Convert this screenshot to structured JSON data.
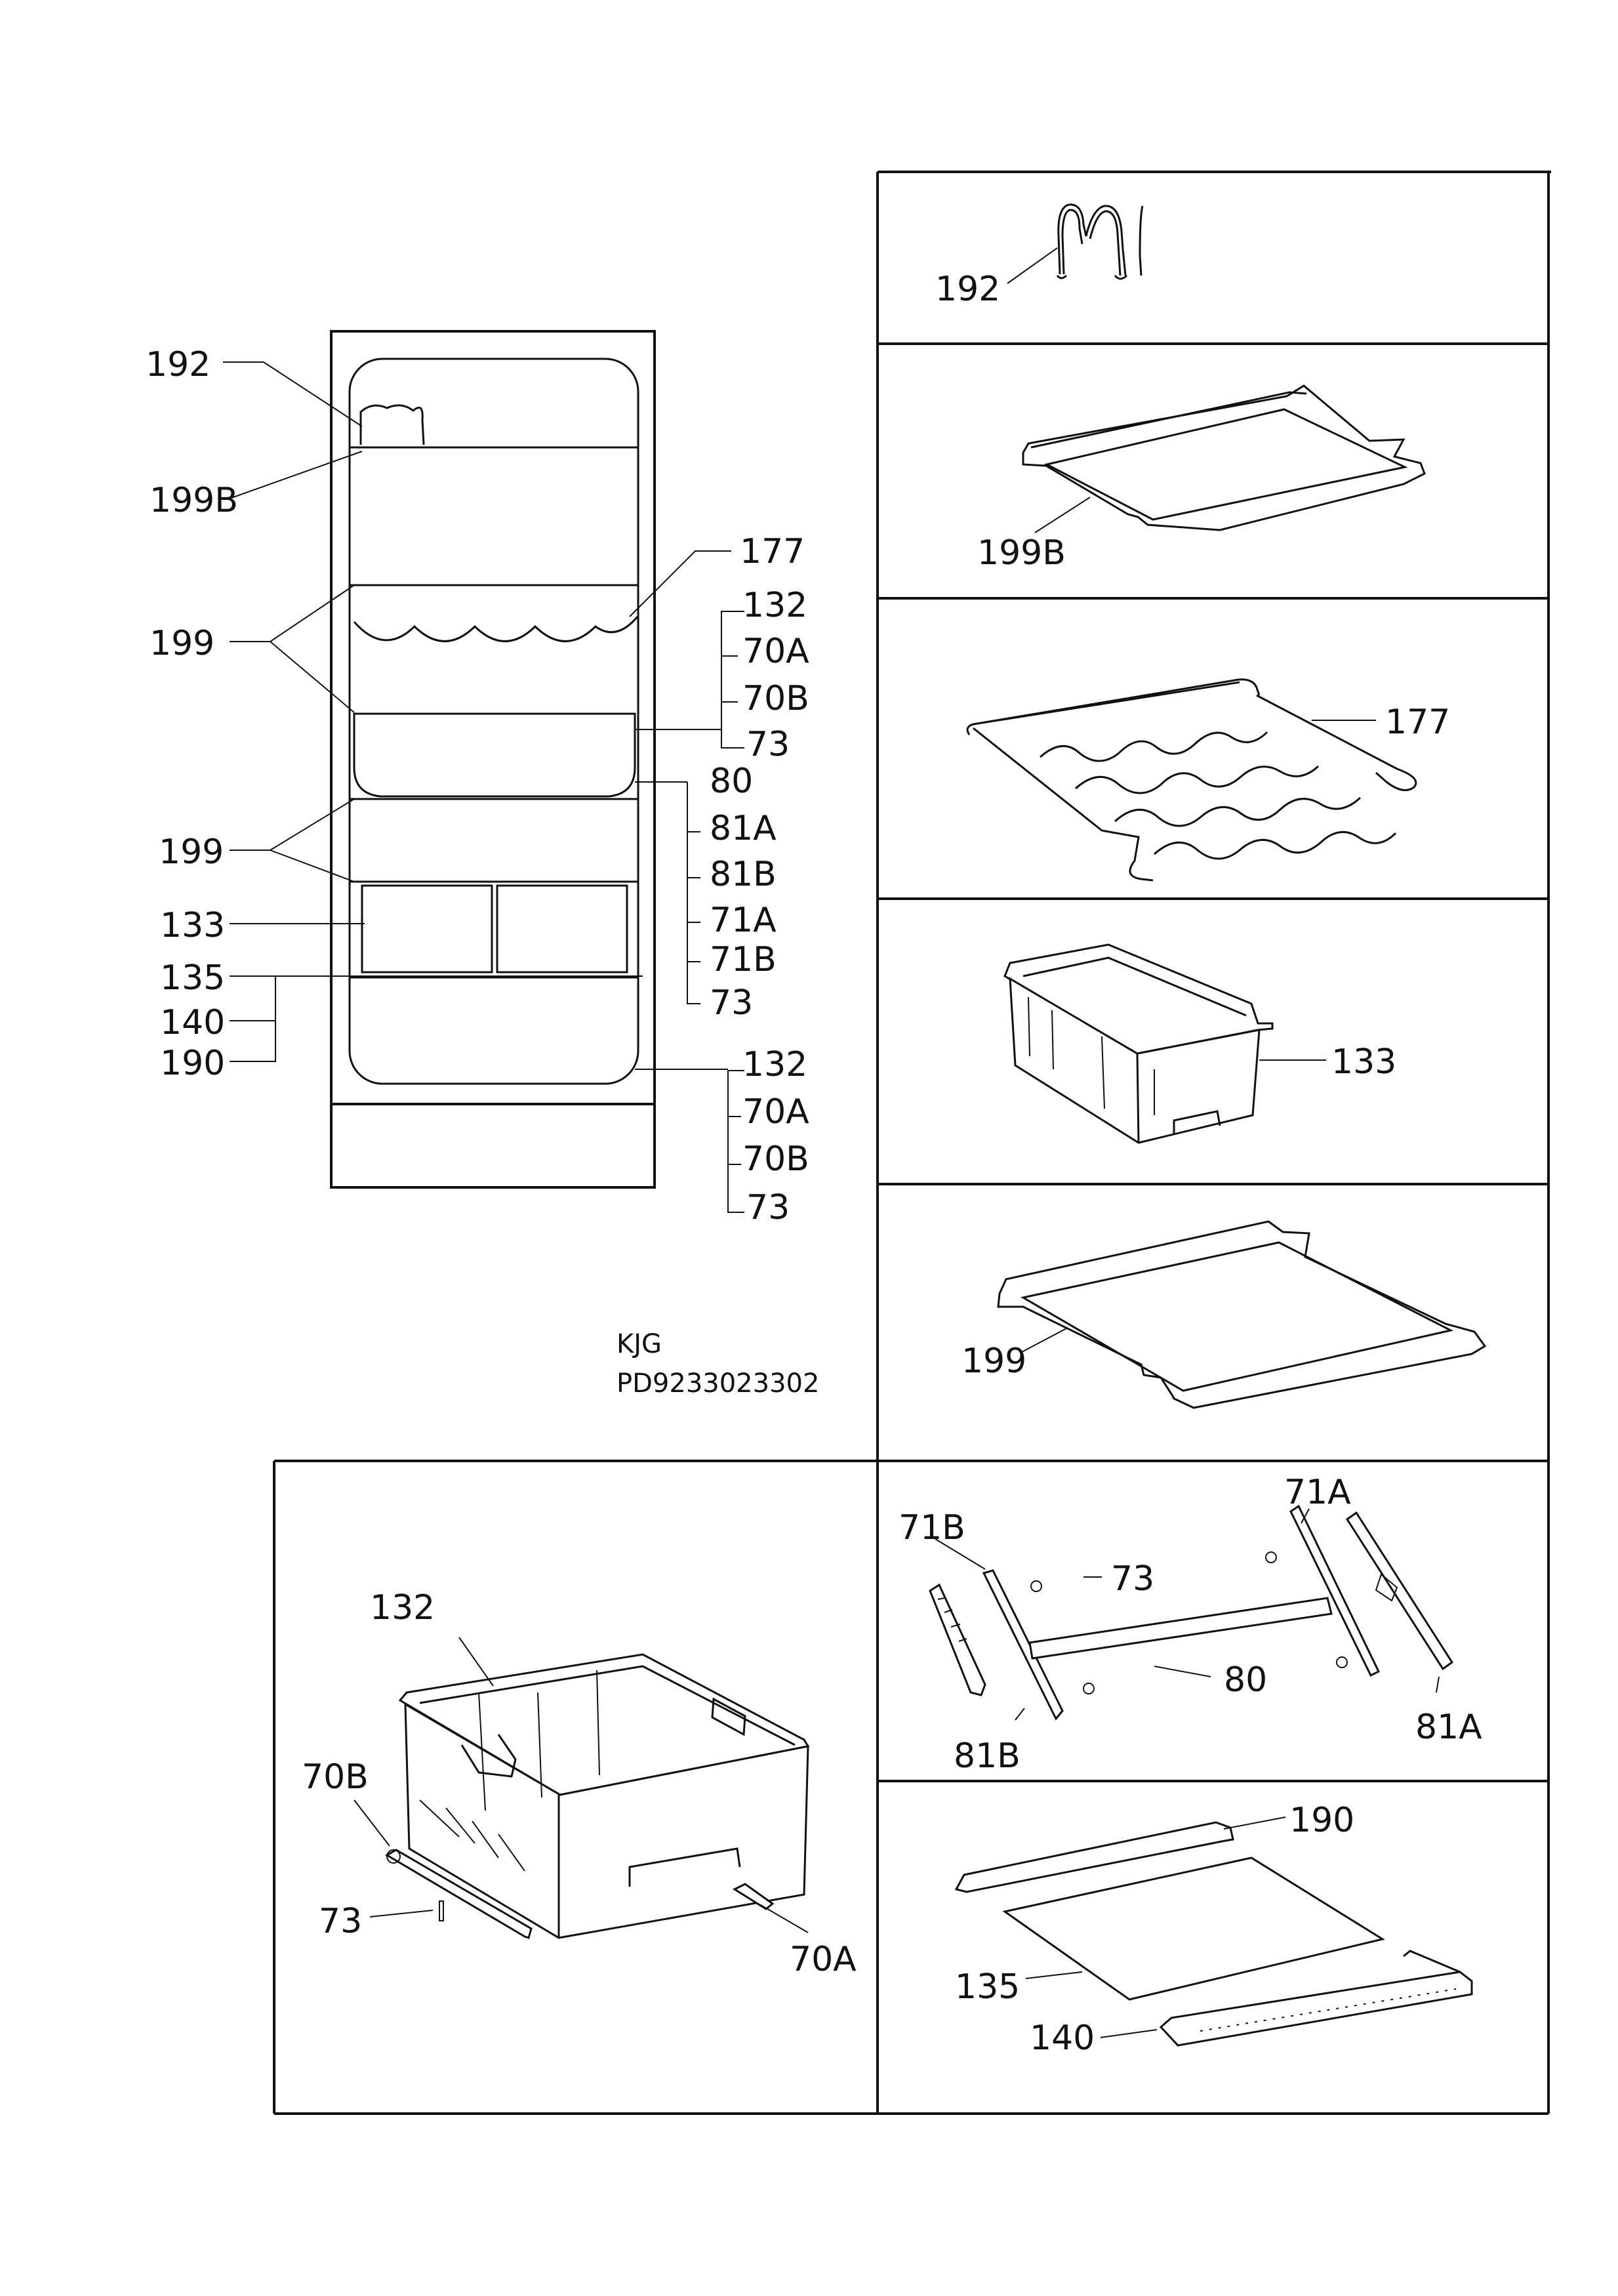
{
  "codes": {
    "model": "KJG",
    "part_number": "PD9233023302"
  },
  "overview": {
    "left": [
      {
        "id": "ov-192",
        "label": "192"
      },
      {
        "id": "ov-199b",
        "label": "199B"
      },
      {
        "id": "ov-199-upper",
        "label": "199"
      },
      {
        "id": "ov-199-lower",
        "label": "199"
      },
      {
        "id": "ov-133",
        "label": "133"
      },
      {
        "id": "ov-135",
        "label": "135"
      },
      {
        "id": "ov-140",
        "label": "140"
      },
      {
        "id": "ov-190",
        "label": "190"
      }
    ],
    "right": [
      {
        "id": "ov-177",
        "label": "177"
      },
      {
        "id": "ov-132-a",
        "label": "132"
      },
      {
        "id": "ov-70a-a",
        "label": "70A"
      },
      {
        "id": "ov-70b-a",
        "label": "70B"
      },
      {
        "id": "ov-73-a",
        "label": "73"
      },
      {
        "id": "ov-80",
        "label": "80"
      },
      {
        "id": "ov-81a",
        "label": "81A"
      },
      {
        "id": "ov-81b",
        "label": "81B"
      },
      {
        "id": "ov-71a",
        "label": "71A"
      },
      {
        "id": "ov-71b",
        "label": "71B"
      },
      {
        "id": "ov-73-b",
        "label": "73"
      },
      {
        "id": "ov-132-b",
        "label": "132"
      },
      {
        "id": "ov-70a-b",
        "label": "70A"
      },
      {
        "id": "ov-70b-b",
        "label": "70B"
      },
      {
        "id": "ov-73-c",
        "label": "73"
      }
    ]
  },
  "panels": {
    "p192": {
      "label": "192"
    },
    "p199b": {
      "label": "199B"
    },
    "p177": {
      "label": "177"
    },
    "p133": {
      "label": "133"
    },
    "p199": {
      "label": "199"
    },
    "rails": {
      "l71a": "71A",
      "l71b": "71B",
      "l73": "73",
      "l80": "80",
      "l81a": "81A",
      "l81b": "81B"
    },
    "glass": {
      "l190": "190",
      "l135": "135",
      "l140": "140"
    },
    "crisper": {
      "l132": "132",
      "l70b": "70B",
      "l73": "73",
      "l70a": "70A"
    }
  }
}
